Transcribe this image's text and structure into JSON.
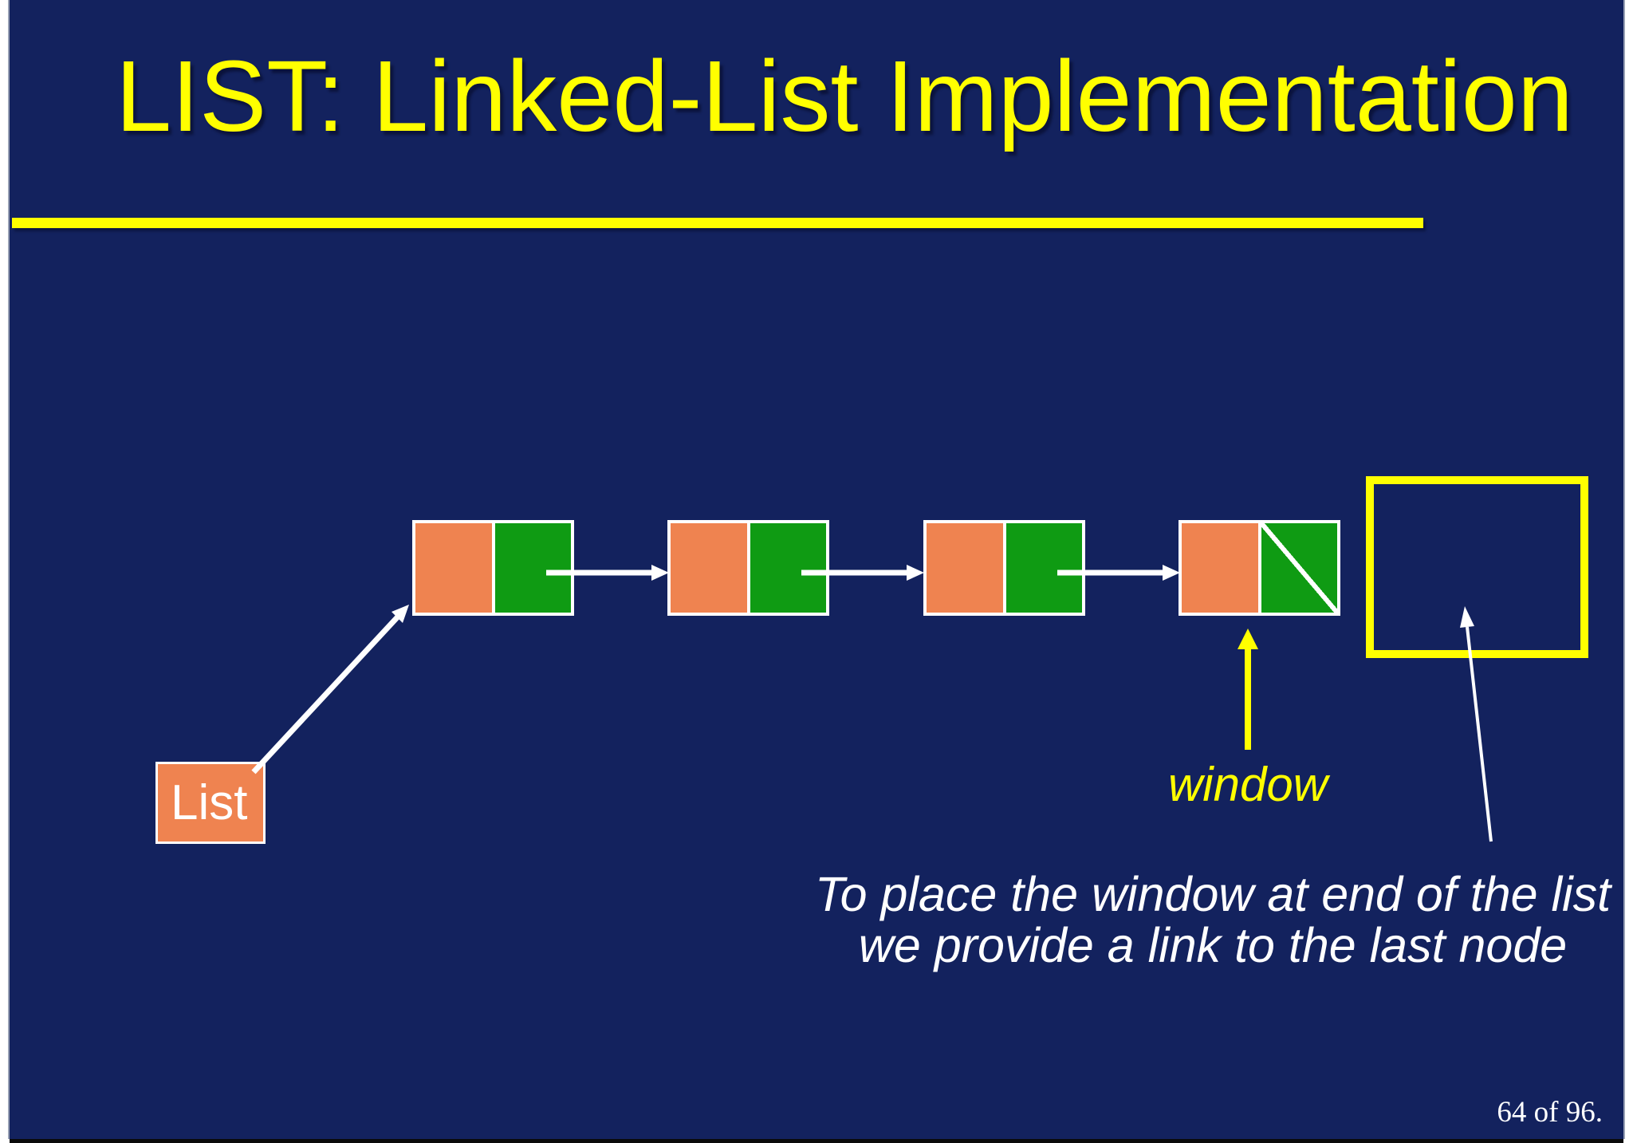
{
  "slide": {
    "title": "LIST: Linked-List Implementation",
    "page_indicator": "64 of 96."
  },
  "diagram": {
    "list_label": "List",
    "window_label": "window",
    "caption_line1": "To place the window at end of the list",
    "caption_line2": "we provide a link to the last node",
    "node_count": 4,
    "last_node_next": "null",
    "colors": {
      "background_navy": "#13225E",
      "accent_yellow": "#FFFF00",
      "node_data_orange": "#EF8350",
      "node_next_green": "#0F9B13",
      "line_white": "#FFFFFF"
    }
  }
}
